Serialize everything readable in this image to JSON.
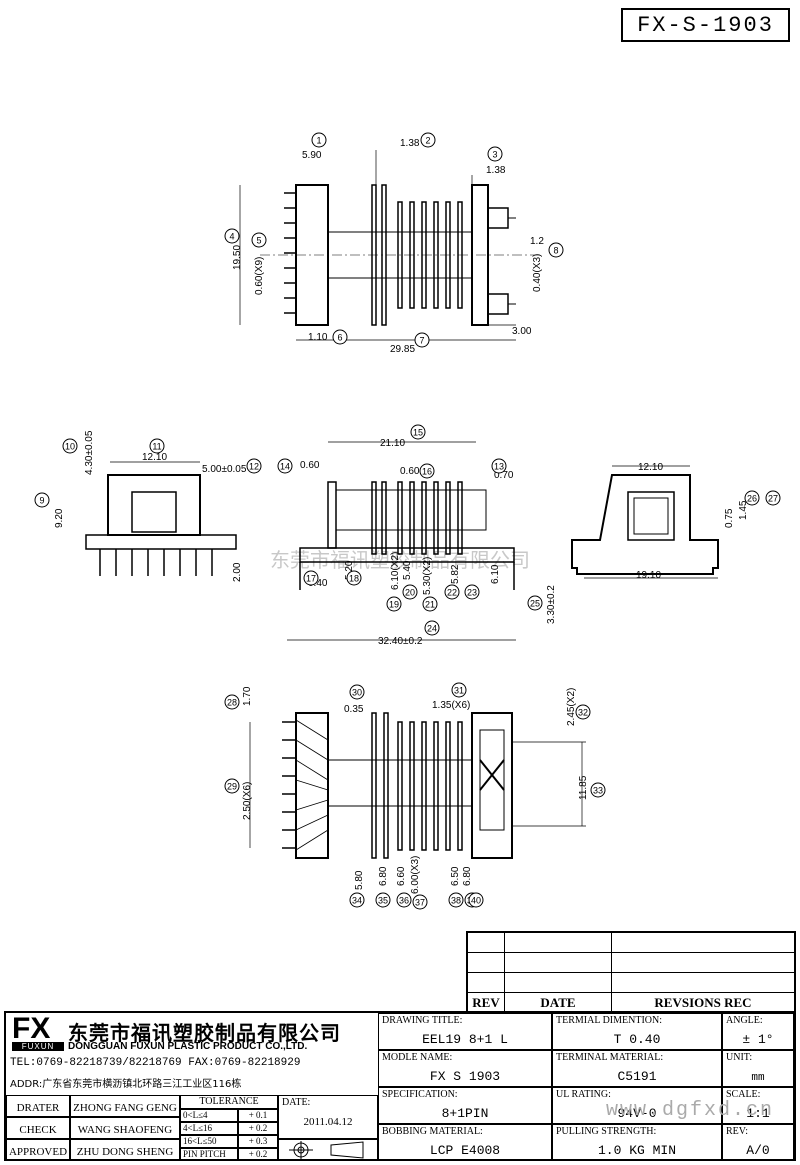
{
  "drawing_number": "FX-S-1903",
  "watermark": "东莞市福讯塑胶制品有限公司",
  "revision_table": {
    "headers": [
      "REV",
      "DATE",
      "REVSIONS REC"
    ]
  },
  "title_block": {
    "company_cn": "东莞市福讯塑胶制品有限公司",
    "company_en": "DONGGUAN FUXUN PLASTIC PRODUCT CO.,LTD.",
    "logo_text": "FX",
    "logo_sub": "FUXUN",
    "tel": "TEL:0769-82218739/82218769 FAX:0769-82218929",
    "addr": "ADDR:广东省东莞市横沥镇北环路三江工业区116栋",
    "drater_label": "DRATER",
    "drater": "ZHONG FANG GENG",
    "check_label": "CHECK",
    "check": "WANG SHAOFENG",
    "approved_label": "APPROVED",
    "approved": "ZHU DONG SHENG",
    "tolerance_label": "TOLERANCE",
    "tolerance": [
      {
        "range": "0<L≤4",
        "value": "+ 0.1"
      },
      {
        "range": "4<L≤16",
        "value": "+ 0.2"
      },
      {
        "range": "16<L≤50",
        "value": "+ 0.3"
      },
      {
        "range": "PIN PITCH",
        "value": "+ 0.2"
      }
    ],
    "date_label": "DATE:",
    "date": "2011.04.12",
    "drawing_title_label": "DRAWING TITLE:",
    "drawing_title": "EEL19 8+1 L",
    "model_label": "MODLE NAME:",
    "model": "FX S 1903",
    "spec_label": "SPECIFICATION:",
    "spec": "8+1PIN",
    "bobbin_label": "BOBBING MATERIAL:",
    "bobbin": "LCP E4008",
    "terminal_dim_label": "TERMIAL DIMENTION:",
    "terminal_dim": "T 0.40",
    "terminal_mat_label": "TERMINAL MATERIAL:",
    "terminal_mat": "C5191",
    "ul_label": "UL RATING:",
    "ul": "94V-0",
    "pulling_label": "PULLING STRENGTH:",
    "pulling": "1.0 KG MIN",
    "angle_label": "ANGLE:",
    "angle": "± 1°",
    "unit_label": "UNIT:",
    "unit": "mm",
    "scale_label": "SCALE:",
    "scale": "1:1",
    "rev_label": "REV:",
    "rev": "A/0",
    "site_watermark": "www.dgfxd.cn"
  },
  "dimensions": {
    "top_view": [
      "5.90",
      "1.38",
      "1.38",
      "19.50",
      "0.60(X9)",
      "0.40(X3)",
      "1.2",
      "1.10",
      "29.85",
      "3.00"
    ],
    "front_view": [
      "4.30±0.05",
      "12.10",
      "5.00±0.05",
      "9.20",
      "21.10",
      "0.60",
      "0.60",
      "0.70",
      "2.00",
      "0.40",
      "5.20",
      "6.10(X2)",
      "5.40",
      "5.30(X2)",
      "5.82",
      "6.10",
      "32.40±0.2",
      "3.30±0.2"
    ],
    "side_view": [
      "12.10",
      "0.75",
      "1.45",
      "19.10"
    ],
    "bottom_view": [
      "1.70",
      "0.35",
      "1.35(X6)",
      "2.45(X2)",
      "2.50(X6)",
      "11.85",
      "5.80",
      "6.80",
      "6.60",
      "6.00(X3)",
      "6.50",
      "6.80"
    ]
  },
  "balloons": [
    "1",
    "2",
    "3",
    "4",
    "5",
    "6",
    "7",
    "8",
    "9",
    "10",
    "11",
    "12",
    "13",
    "14",
    "15",
    "16",
    "17",
    "18",
    "19",
    "20",
    "21",
    "22",
    "23",
    "24",
    "25",
    "26",
    "27",
    "28",
    "29",
    "30",
    "31",
    "32",
    "33",
    "34",
    "35",
    "36",
    "37",
    "38",
    "39",
    "40"
  ]
}
